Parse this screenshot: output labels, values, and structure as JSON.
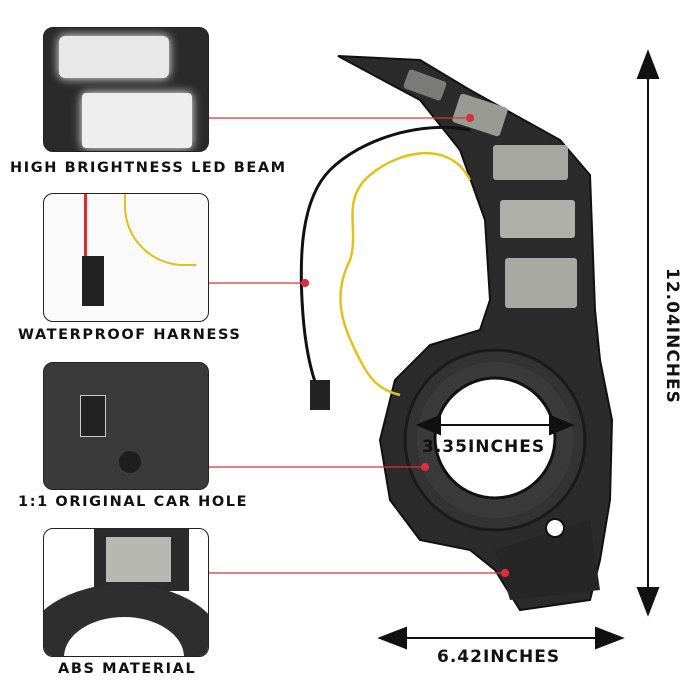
{
  "features": [
    {
      "label": "HIGH BRIGHTNESS LED BEAM"
    },
    {
      "label": "WATERPROOF HARNESS"
    },
    {
      "label": "1:1 ORIGINAL CAR HOLE"
    },
    {
      "label": "ABS MATERIAL"
    }
  ],
  "dimensions": {
    "height": "12.04INCHES",
    "width": "6.42INCHES",
    "hole": "3.35INCHES"
  },
  "colors": {
    "pointer": "#d9303a",
    "housing": "#2b2b2b",
    "wire": "#e0c21a"
  }
}
